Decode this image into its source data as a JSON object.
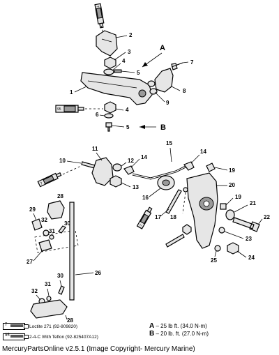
{
  "callouts": {
    "c1": "1",
    "c2": "2",
    "c3": "3",
    "c4a": "4",
    "c4b": "4",
    "c5a": "5",
    "c5b": "5",
    "c6": "6",
    "c7": "7",
    "c8": "8",
    "c9": "9",
    "c10": "10",
    "c11": "11",
    "c12": "12",
    "c13": "13",
    "c14a": "14",
    "c14b": "14",
    "c15": "15",
    "c16": "16",
    "c17": "17",
    "c18": "18",
    "c19a": "19",
    "c19b": "19",
    "c20": "20",
    "c21": "21",
    "c22": "22",
    "c23": "23",
    "c24": "24",
    "c25": "25",
    "c26": "26",
    "c27": "27",
    "c28a": "28",
    "c28b": "28",
    "c29": "29",
    "c30a": "30",
    "c30b": "30",
    "c31a": "31",
    "c31b": "31",
    "c32a": "32",
    "c32b": "32"
  },
  "arrow_labels": {
    "a": "A",
    "b": "B"
  },
  "tube_codes": {
    "loctite": "7",
    "teflon": "95"
  },
  "legend": [
    {
      "code": "7",
      "text": "Loctite 271 (92-809820)"
    },
    {
      "code": "95",
      "text": "2-4-C  With Teflon (92-825407A12)"
    }
  ],
  "torque": [
    {
      "letter": "A",
      "text": " – 25 lb ft. (34.0 N-m)"
    },
    {
      "letter": "B",
      "text": " – 20 lb. ft. (27.0 N-m)"
    }
  ],
  "footer": "MercuryPartsOnline v2.5.1 (Image Copyright- Mercury Marine)"
}
